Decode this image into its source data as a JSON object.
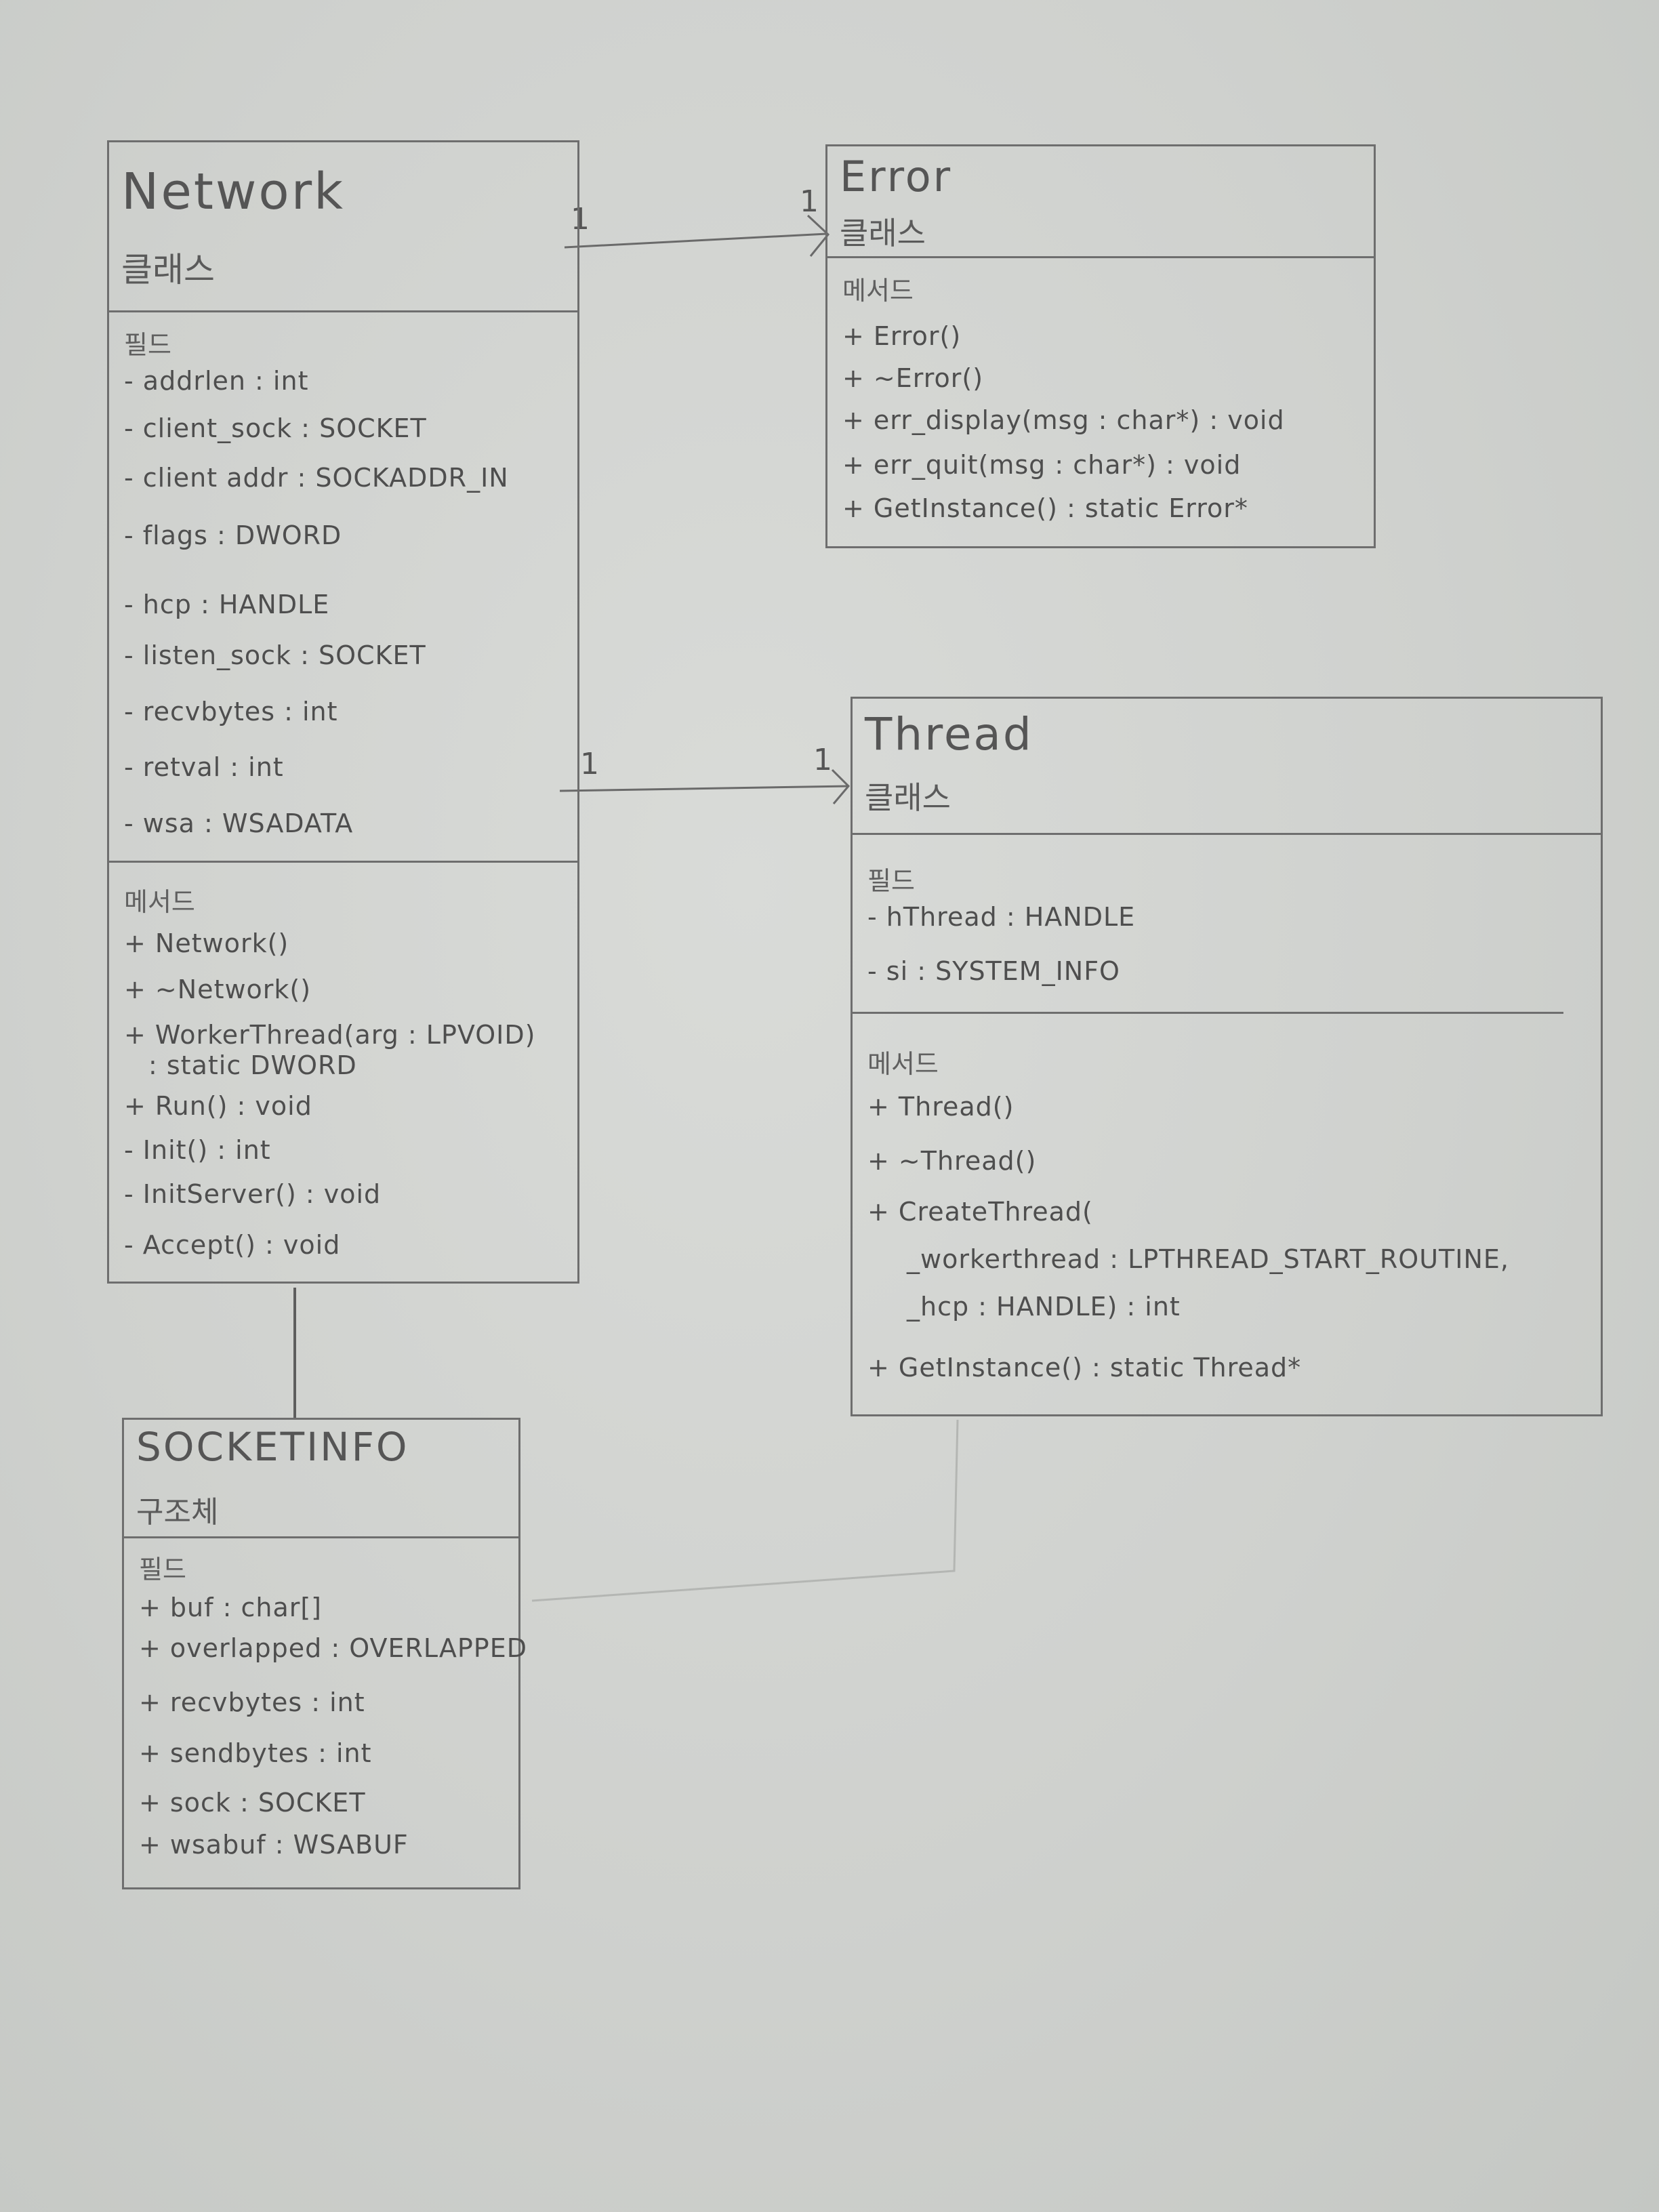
{
  "network": {
    "name": "Network",
    "kind": "클래스",
    "fields_label": "필드",
    "fields": [
      "- addrlen : int",
      "- client_sock : SOCKET",
      "- client addr : SOCKADDR_IN",
      "- flags : DWORD",
      "- hcp : HANDLE",
      "- listen_sock : SOCKET",
      "- recvbytes : int",
      "- retval : int",
      "- wsa : WSADATA"
    ],
    "methods_label": "메서드",
    "methods": [
      "+ Network()",
      "+ ~Network()",
      "+ WorkerThread(arg : LPVOID)",
      "  : static DWORD",
      "+ Run() : void",
      "- Init() : int",
      "- InitServer() : void",
      "- Accept() : void"
    ]
  },
  "error": {
    "name": "Error",
    "kind": "클래스",
    "methods_label": "메서드",
    "methods": [
      "+ Error()",
      "+ ~Error()",
      "+ err_display(msg : char*) : void",
      "+ err_quit(msg : char*) : void",
      "+ GetInstance() : static Error*"
    ]
  },
  "thread": {
    "name": "Thread",
    "kind": "클래스",
    "fields_label": "필드",
    "fields": [
      "- hThread : HANDLE",
      "- si : SYSTEM_INFO"
    ],
    "methods_label": "메서드",
    "methods": [
      "+ Thread()",
      "+ ~Thread()",
      "+ CreateThread(",
      "_workerthread : LPTHREAD_START_ROUTINE,",
      "_hcp : HANDLE) : int",
      "+ GetInstance() : static Thread*"
    ]
  },
  "socketinfo": {
    "name": "SOCKETINFO",
    "kind": "구조체",
    "fields_label": "필드",
    "fields": [
      "+ buf : char[]",
      "+ overlapped : OVERLAPPED",
      "+ recvbytes : int",
      "+ sendbytes : int",
      "+ sock : SOCKET",
      "+ wsabuf : WSABUF"
    ]
  },
  "relations": {
    "network_error_source_mult": "1",
    "network_error_target_mult": "1",
    "network_thread_source_mult": "1",
    "network_thread_target_mult": "1"
  }
}
